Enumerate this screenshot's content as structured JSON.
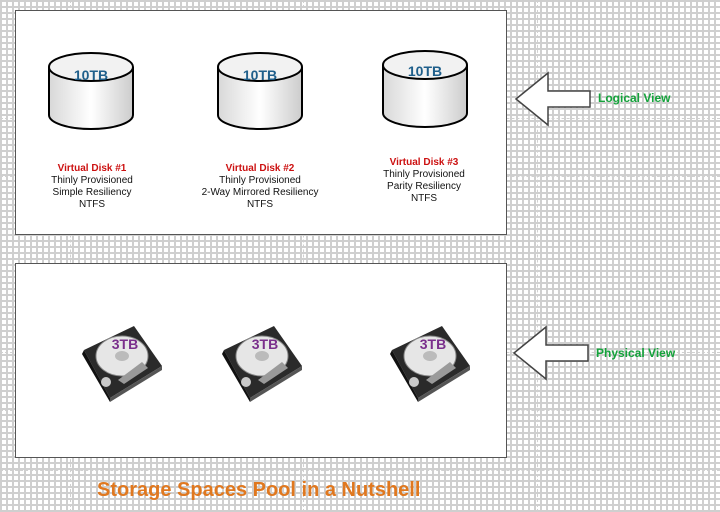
{
  "logical": {
    "label": "Logical View",
    "disks": [
      {
        "capacity": "10TB",
        "title": "Virtual Disk #1",
        "line1": "Thinly Provisioned",
        "line2": "Simple Resiliency",
        "line3": "NTFS"
      },
      {
        "capacity": "10TB",
        "title": "Virtual Disk #2",
        "line1": "Thinly Provisioned",
        "line2": "2-Way Mirrored Resiliency",
        "line3": "NTFS"
      },
      {
        "capacity": "10TB",
        "title": "Virtual Disk #3",
        "line1": "Thinly Provisioned",
        "line2": "Parity Resiliency",
        "line3": "NTFS"
      }
    ]
  },
  "physical": {
    "label": "Physical View",
    "disks": [
      {
        "capacity": "3TB"
      },
      {
        "capacity": "3TB"
      },
      {
        "capacity": "3TB"
      }
    ]
  },
  "footer": {
    "title": "Storage Spaces Pool in a Nutshell"
  },
  "colors": {
    "disk_title": "#cc1111",
    "vdisk_capacity": "#1f5f8b",
    "hdd_capacity": "#7a2f8c",
    "view_label": "#14a33b",
    "footer_title": "#e0781f"
  }
}
